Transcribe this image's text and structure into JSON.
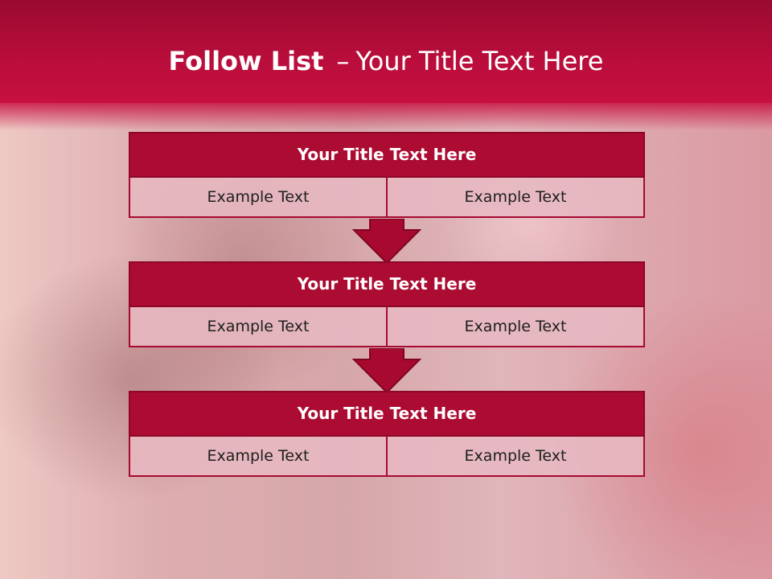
{
  "slide": {
    "title_bold": "Follow List",
    "title_separator": "–",
    "title_rest": "Your Title Text Here"
  },
  "blocks": [
    {
      "title": "Your Title Text Here",
      "cells": [
        "Example Text",
        "Example Text"
      ]
    },
    {
      "title": "Your Title Text Here",
      "cells": [
        "Example Text",
        "Example Text"
      ]
    },
    {
      "title": "Your Title Text Here",
      "cells": [
        "Example Text",
        "Example Text"
      ]
    }
  ],
  "colors": {
    "header": "#b80d3b",
    "block_title": "#ac0b32",
    "cell_fill": "#e7b8c2",
    "arrow": "#a8092f"
  },
  "icons": [
    "down-arrow-icon",
    "down-arrow-icon"
  ],
  "background_image": "teddy-bear-photo"
}
